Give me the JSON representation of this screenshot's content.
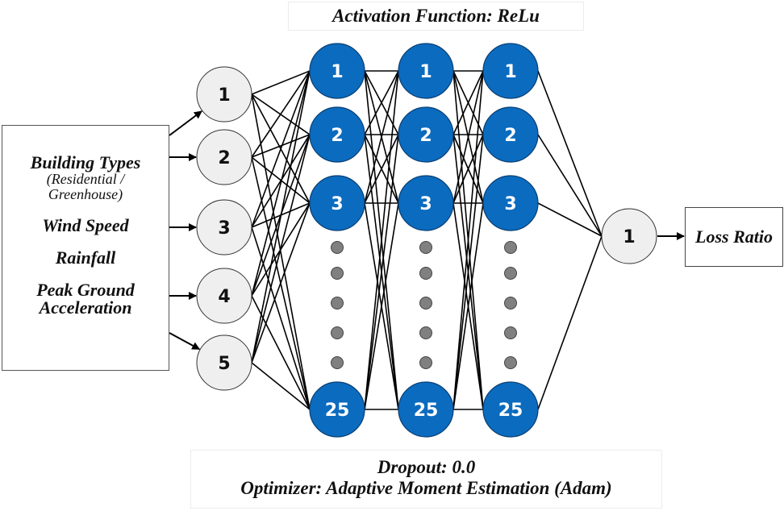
{
  "header": {
    "activation_label": "Activation Function: ReLu"
  },
  "footer": {
    "dropout_label": "Dropout: 0.0",
    "optimizer_label": "Optimizer: Adaptive Moment Estimation (Adam)"
  },
  "inputs": {
    "features": [
      {
        "title": "Building Types",
        "subtitle": "(Residential /",
        "subtitle2": "Greenhouse)"
      },
      {
        "title": "Wind Speed"
      },
      {
        "title": "Rainfall"
      },
      {
        "title": "Peak Ground",
        "title2": "Acceleration"
      }
    ]
  },
  "input_layer": {
    "nodes": [
      "1",
      "2",
      "3",
      "4",
      "5"
    ]
  },
  "hidden_layers": [
    {
      "nodes": [
        "1",
        "2",
        "3",
        "25"
      ],
      "ellipsis_dots": 5
    },
    {
      "nodes": [
        "1",
        "2",
        "3",
        "25"
      ],
      "ellipsis_dots": 5
    },
    {
      "nodes": [
        "1",
        "2",
        "3",
        "25"
      ],
      "ellipsis_dots": 5
    }
  ],
  "output_layer": {
    "nodes": [
      "1"
    ]
  },
  "output": {
    "label": "Loss Ratio"
  },
  "colors": {
    "hidden_fill": "#0b6bbf",
    "hidden_stroke": "#0a3f73",
    "input_fill": "#efefef",
    "dot_fill": "#808080",
    "edge": "#000000"
  }
}
